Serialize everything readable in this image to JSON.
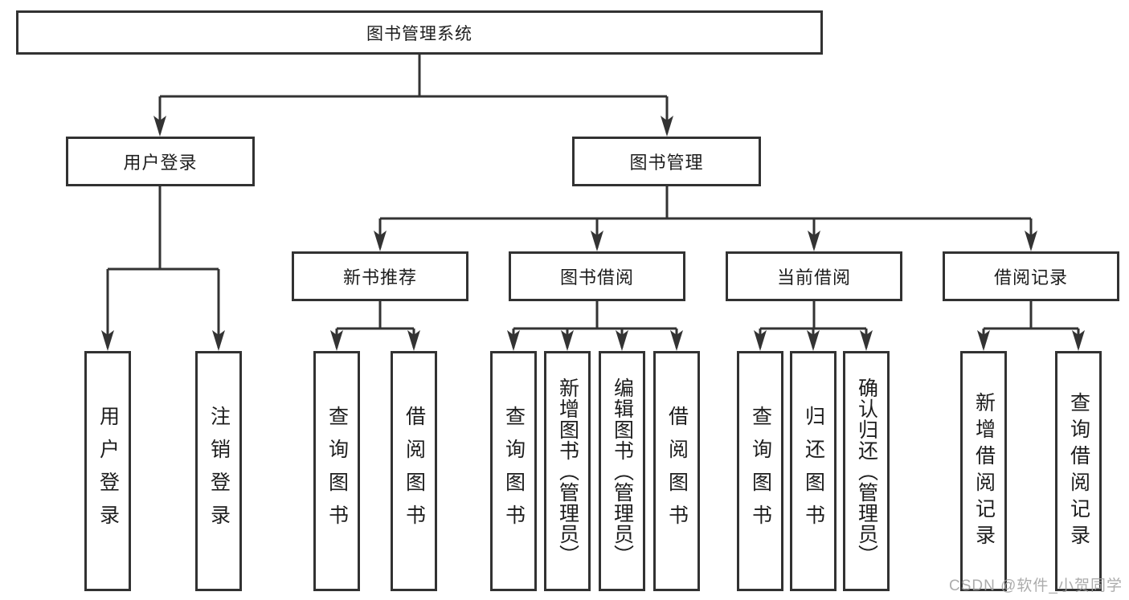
{
  "tree": {
    "root": "图书管理系统",
    "children": [
      {
        "label": "用户登录",
        "children": [
          {
            "label": "用户登录"
          },
          {
            "label": "注销登录"
          }
        ]
      },
      {
        "label": "图书管理",
        "children": [
          {
            "label": "新书推荐",
            "children": [
              {
                "label": "查询图书"
              },
              {
                "label": "借阅图书"
              }
            ]
          },
          {
            "label": "图书借阅",
            "children": [
              {
                "label": "查询图书"
              },
              {
                "label": "新增图书（管理员）"
              },
              {
                "label": "编辑图书（管理员）"
              },
              {
                "label": "借阅图书"
              }
            ]
          },
          {
            "label": "当前借阅",
            "children": [
              {
                "label": "查询图书"
              },
              {
                "label": "归还图书"
              },
              {
                "label": "确认归还（管理员）"
              }
            ]
          },
          {
            "label": "借阅记录",
            "children": [
              {
                "label": "新增借阅记录"
              },
              {
                "label": "查询借阅记录"
              }
            ]
          }
        ]
      }
    ]
  },
  "watermark": {
    "text": "CSDN @软件_小贺同学"
  },
  "colors": {
    "line": "#333333",
    "border": "#323232",
    "text": "#1d1d1d",
    "background": "#ffffff",
    "watermark": "#9e9e9e"
  }
}
